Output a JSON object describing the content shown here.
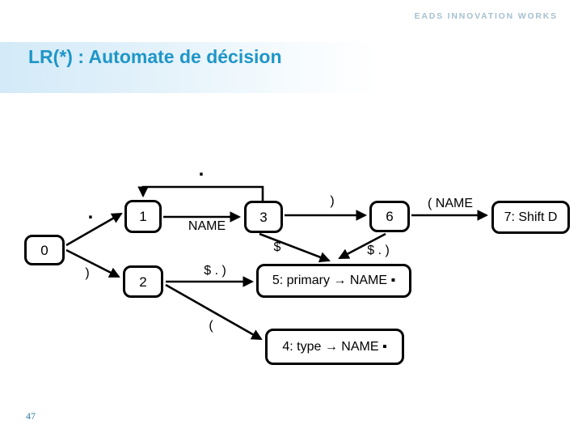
{
  "slide": {
    "title": "LR(*) : Automate de décision",
    "page_number": "47"
  },
  "logo": {
    "text": "EADS INNOVATION WORKS"
  },
  "colors": {
    "title": "#1e96c8",
    "logo": "#a5c0cf",
    "band_left": "#d3eaf8",
    "page_number": "#2e7a9e",
    "diagram_ink": "#000000",
    "node_fill": "#ffffff"
  },
  "diagram": {
    "type": "lr-automaton-state-machine",
    "nodes": {
      "n0": {
        "label": "0"
      },
      "n1": {
        "label": "1"
      },
      "n2": {
        "label": "2"
      },
      "n3": {
        "label": "3"
      },
      "n6": {
        "label": "6"
      },
      "n7": {
        "label": "7: Shift D"
      },
      "n5": {
        "label": "5: primary → NAME ▪"
      },
      "n4": {
        "label": "4: type → NAME ▪"
      }
    },
    "edges": [
      {
        "from": "0",
        "to": "1",
        "label": "."
      },
      {
        "from": "0",
        "to": "2",
        "label": ")"
      },
      {
        "from": "1",
        "to": "3",
        "label": "NAME"
      },
      {
        "from": "3",
        "to": "1",
        "label": "."
      },
      {
        "from": "3",
        "to": "6",
        "label": ")"
      },
      {
        "from": "3",
        "to": "5",
        "label": "$"
      },
      {
        "from": "6",
        "to": "7",
        "label": "( NAME"
      },
      {
        "from": "6",
        "to": "5",
        "label": "$ . )"
      },
      {
        "from": "2",
        "to": "5",
        "label": "$ . )"
      },
      {
        "from": "2",
        "to": "4",
        "label": "("
      }
    ],
    "edge_labels": {
      "loop_dot": {
        "text": "."
      },
      "e01": {
        "text": "."
      },
      "e13": {
        "text": "NAME"
      },
      "e36": {
        "text": ")"
      },
      "e67": {
        "text": "( NAME"
      },
      "e35": {
        "text": "$"
      },
      "e65": {
        "text": "$ . )"
      },
      "e25": {
        "text": "$ . )"
      },
      "e02": {
        "text": ")"
      },
      "e24": {
        "text": "("
      }
    }
  }
}
